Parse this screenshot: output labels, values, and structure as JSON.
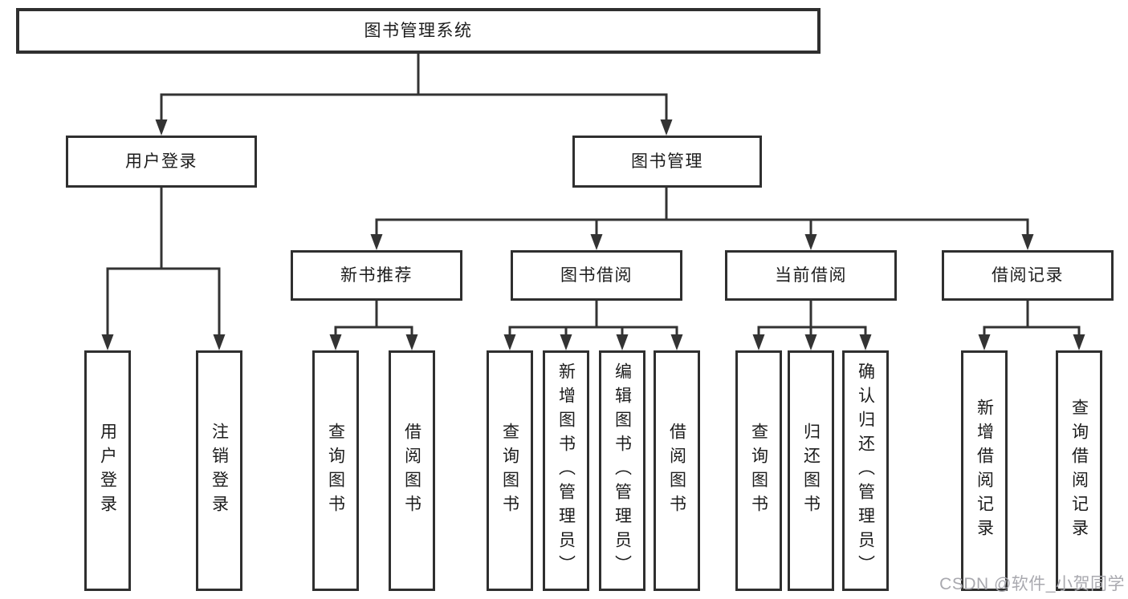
{
  "nodes": {
    "root": "图书管理系统",
    "user_login": "用户登录",
    "book_management": "图书管理",
    "new_book_recommend": "新书推荐",
    "book_borrow": "图书借阅",
    "current_borrow": "当前借阅",
    "borrow_records": "借阅记录",
    "leaf_user_login": "用户登录",
    "leaf_logout": "注销登录",
    "leaf_nb_query_books": "查询图书",
    "leaf_nb_borrow_books": "借阅图书",
    "leaf_bb_query_books": "查询图书",
    "leaf_bb_add_books": "新增图书（管理员）",
    "leaf_bb_edit_books": "编辑图书（管理员）",
    "leaf_bb_borrow_books": "借阅图书",
    "leaf_cb_query_books": "查询图书",
    "leaf_cb_return_books": "归还图书",
    "leaf_cb_confirm_return": "确认归还（管理员）",
    "leaf_br_add_record": "新增借阅记录",
    "leaf_br_query_record": "查询借阅记录"
  },
  "edges": {
    "root": [
      "user_login",
      "book_management"
    ],
    "user_login": [
      "leaf_user_login",
      "leaf_logout"
    ],
    "book_management": [
      "new_book_recommend",
      "book_borrow",
      "current_borrow",
      "borrow_records"
    ],
    "new_book_recommend": [
      "leaf_nb_query_books",
      "leaf_nb_borrow_books"
    ],
    "book_borrow": [
      "leaf_bb_query_books",
      "leaf_bb_add_books",
      "leaf_bb_edit_books",
      "leaf_bb_borrow_books"
    ],
    "current_borrow": [
      "leaf_cb_query_books",
      "leaf_cb_return_books",
      "leaf_cb_confirm_return"
    ],
    "borrow_records": [
      "leaf_br_add_record",
      "leaf_br_query_record"
    ]
  },
  "watermark": "CSDN @软件_小贺同学",
  "colors": {
    "line": "#333333",
    "border": "#2f2f2f",
    "text": "#1c1c1c",
    "watermark": "#a9a9af",
    "background": "#ffffff"
  }
}
